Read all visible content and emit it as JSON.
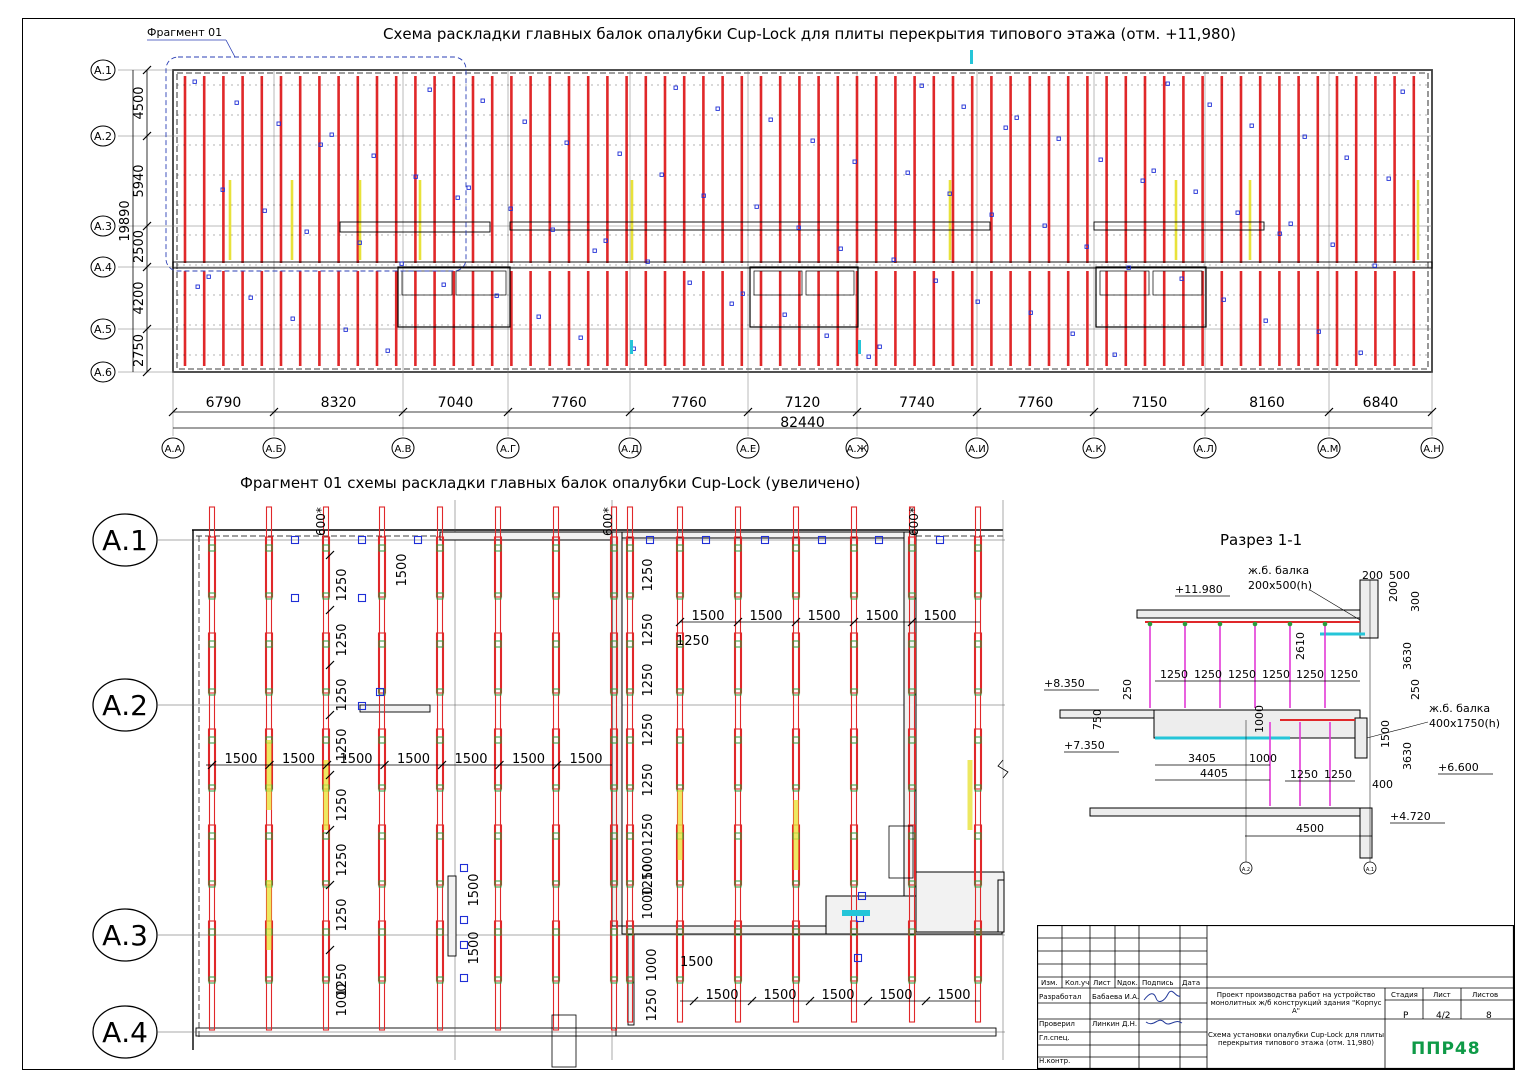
{
  "titles": {
    "main": "Схема раскладки главных балок опалубки Cup-Lock для плиты перекрытия типового этажа (отм. +11,980)",
    "fragment_label": "Фрагмент 01",
    "fragment": "Фрагмент 01 схемы раскладки главных балок опалубки Cup-Lock (увеличено)",
    "section": "Разрез 1-1"
  },
  "plan": {
    "row_axes": [
      "А.1",
      "А.2",
      "А.3",
      "А.4",
      "А.5",
      "А.6"
    ],
    "row_dims": [
      "4500",
      "5940",
      "2500",
      "4200",
      "2750"
    ],
    "row_total": "19890",
    "col_axes": [
      "А.А",
      "А.Б",
      "А.В",
      "А.Г",
      "А.Д",
      "А.Е",
      "А.Ж",
      "А.И",
      "А.К",
      "А.Л",
      "А.М",
      "А.Н"
    ],
    "col_dims": [
      "6790",
      "8320",
      "7040",
      "7760",
      "7760",
      "7120",
      "7740",
      "7760",
      "7150",
      "8160",
      "6840"
    ],
    "col_total": "82440"
  },
  "fragment": {
    "row_axes": [
      "А.1",
      "А.2",
      "А.3",
      "А.4"
    ],
    "top_tags": [
      "600*",
      "600*",
      "600*"
    ],
    "dims_1250": "1250",
    "dims_1500": "1500",
    "dims_1000": "1000",
    "row1_left": [
      "1500",
      "1500",
      "1500",
      "1500",
      "1500",
      "1500",
      "1500"
    ],
    "row1_right": [
      "1500",
      "1500",
      "1500",
      "1500",
      "1500"
    ],
    "row2_right": [
      "1500",
      "1500",
      "1500",
      "1500",
      "1500"
    ]
  },
  "section": {
    "level_top": "+11.980",
    "level_2": "+8.350",
    "level_3": "+7.350",
    "level_4": "+6.600",
    "level_5": "+4.720",
    "beam1_label": "ж.б. балка",
    "beam1_size": "200х500(h)",
    "beam2_label": "ж.б. балка",
    "beam2_size": "400х1750(h)",
    "dim_200": "200",
    "dim_500": "500",
    "dim_300": "300",
    "dim_2610": "2610",
    "dim_3630a": "3630",
    "dim_3630b": "3630",
    "dim_250a": "250",
    "dim_250b": "250",
    "dim_750": "750",
    "dim_1000a": "1000",
    "dim_1000b": "1000",
    "dim_1500": "1500",
    "dim_3405": "3405",
    "dim_4405": "4405",
    "dim_400": "400",
    "dim_4500": "4500",
    "spacing": [
      "1250",
      "1250",
      "1250",
      "1250",
      "1250",
      "1250"
    ],
    "spacing_low": [
      "1250",
      "1250"
    ],
    "axis_left": "А.2",
    "axis_right": "А.1"
  },
  "title_block": {
    "headers": [
      "Изм.",
      "Кол.уч",
      "Лист",
      "Nдок.",
      "Подпись",
      "Дата"
    ],
    "roles": [
      "Разработал",
      "Проверил",
      "Гл.спец.",
      "Н.контр."
    ],
    "names": [
      "Бабаева И.А.",
      "Линкин Д.Н."
    ],
    "project": "Проект производства работ на устройство монолитных ж/б конструкций здания \"Корпус А\"",
    "sheet_title": "Схема установки опалубки Cup-Lock для плиты перекрытия типового этажа (отм. 11,980)",
    "stage_label": "Стадия",
    "sheet_label": "Лист",
    "sheets_label": "Листов",
    "stage": "Р",
    "sheet": "4/2",
    "sheets": "8",
    "logo": "ППР48"
  },
  "colors": {
    "beam": "#e0282a",
    "beam_yellow": "#e8e23a",
    "prop": "#2a9d3c",
    "square": "#1f2fd6",
    "cyan": "#25c5d8",
    "magenta": "#e23ad6",
    "logo": "#0e9a47"
  }
}
